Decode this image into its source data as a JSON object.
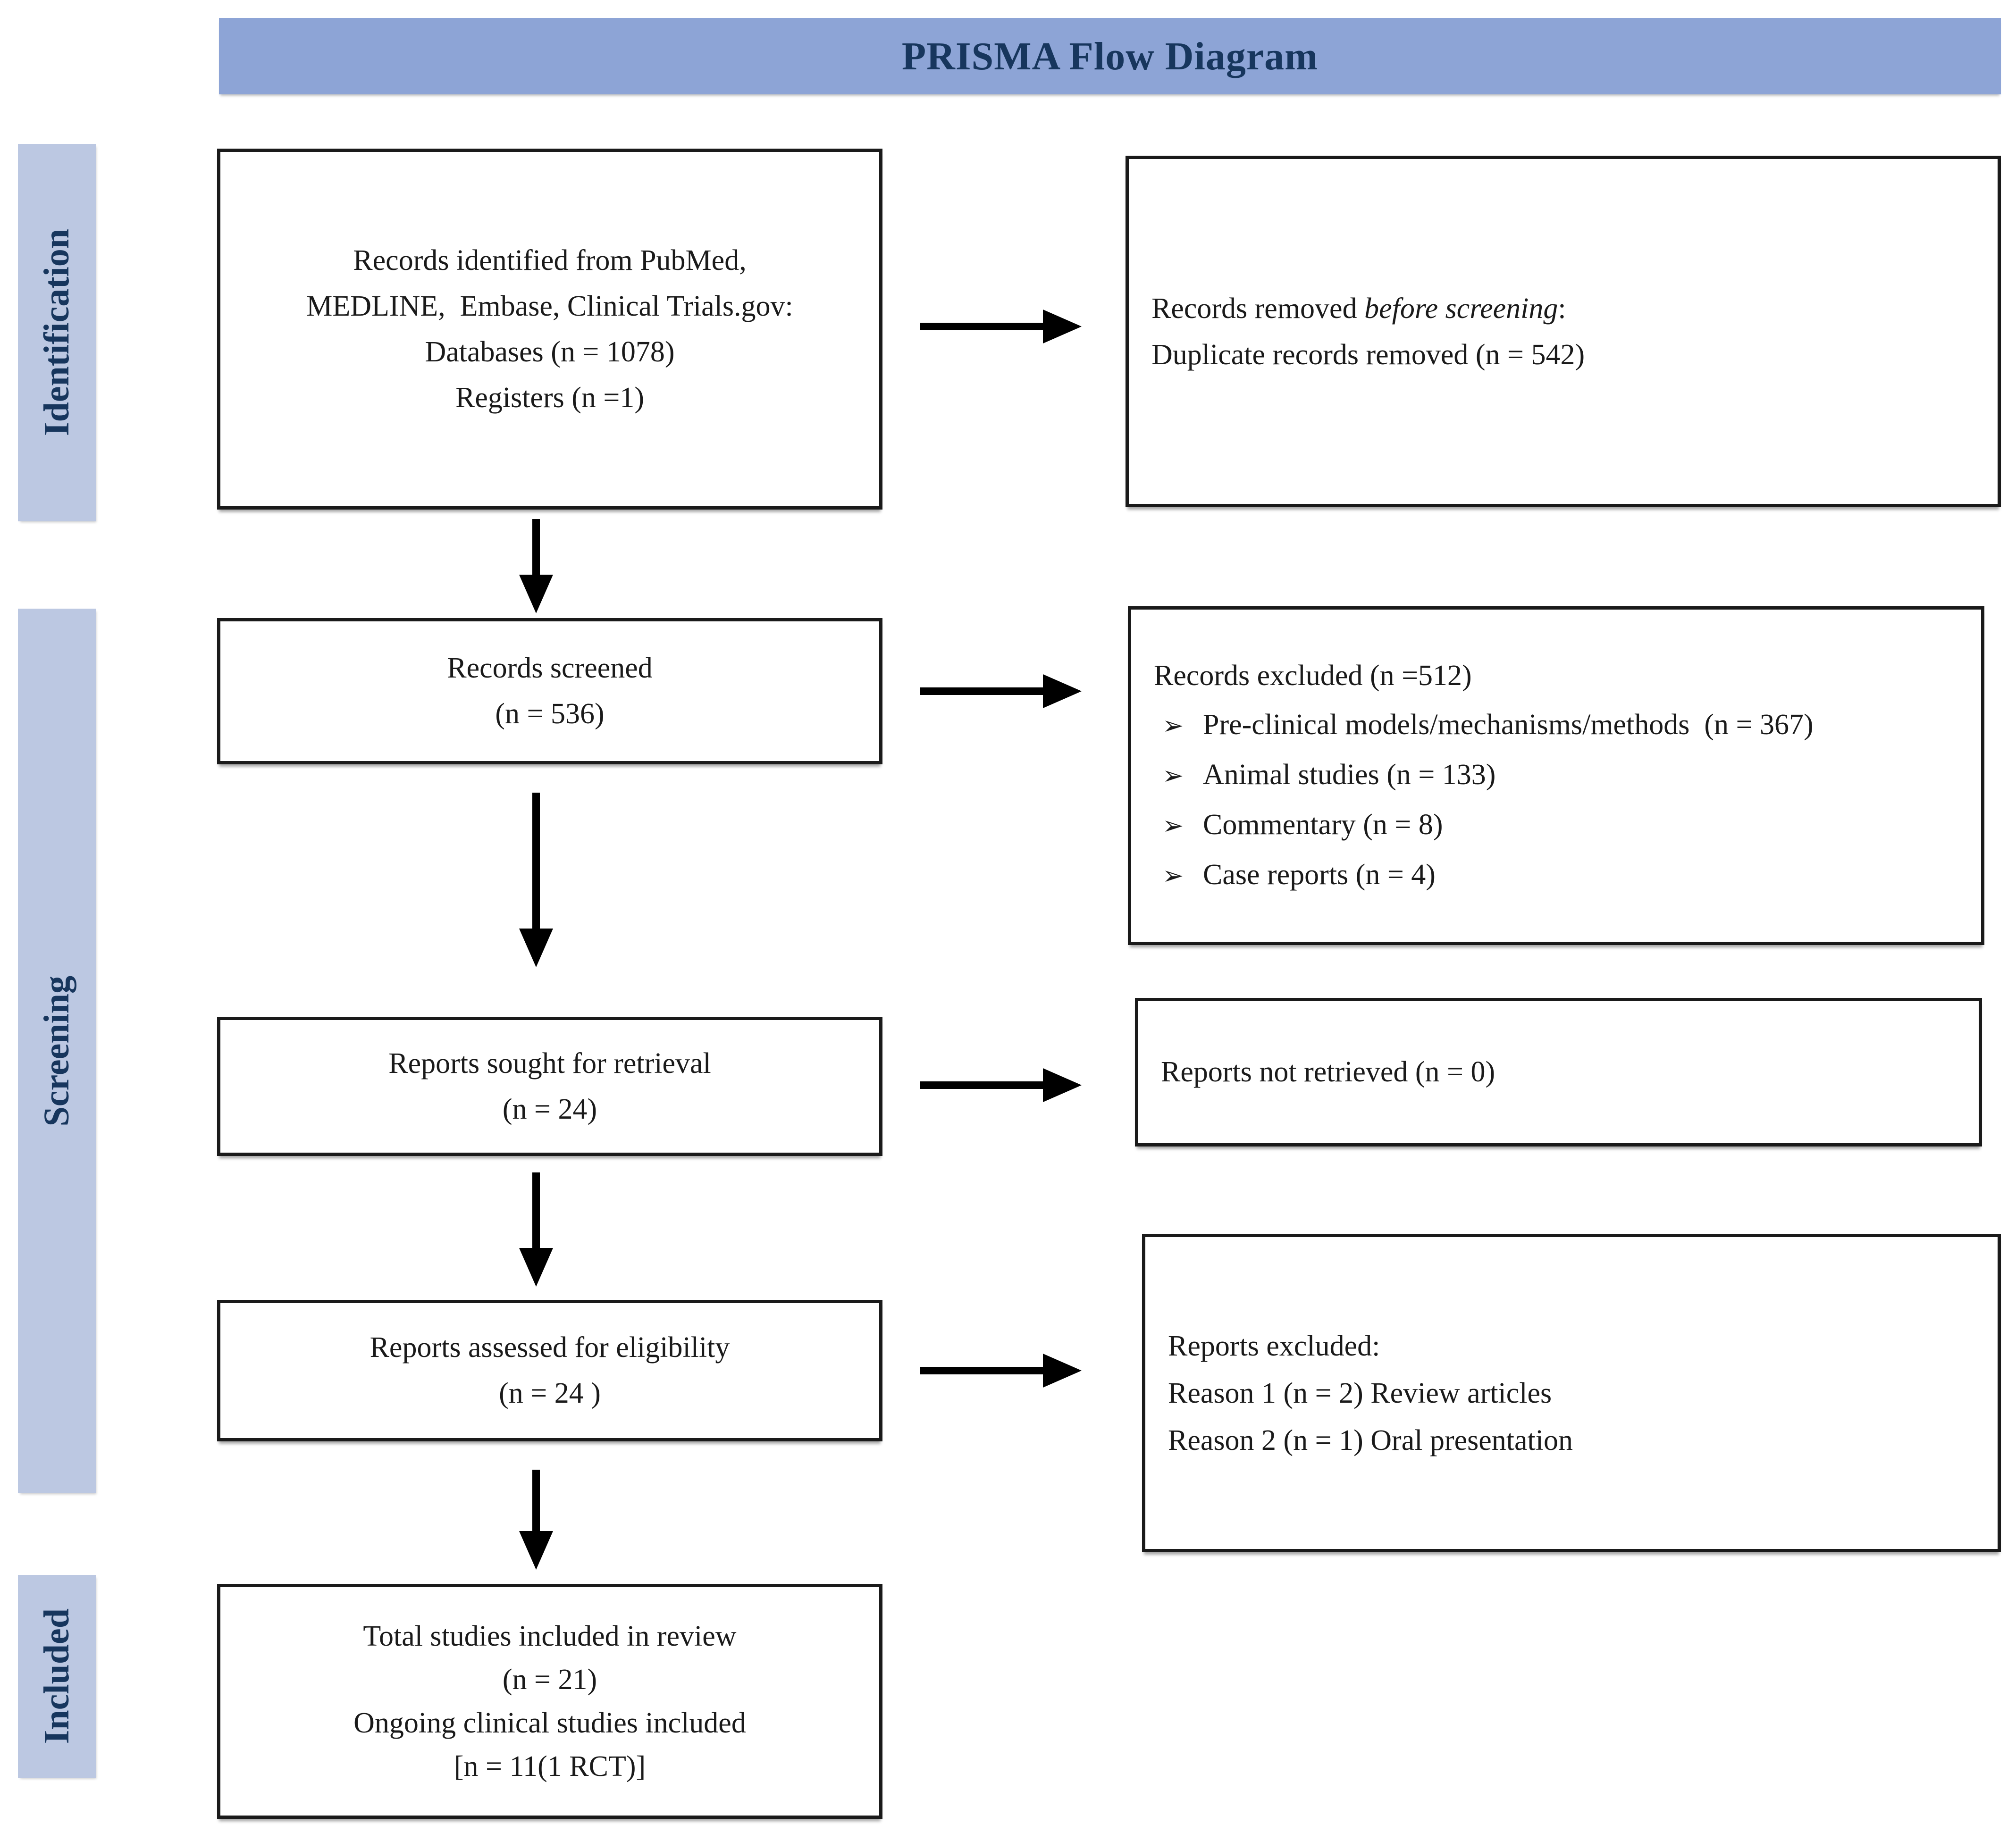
{
  "title": "PRISMA Flow Diagram",
  "stages": {
    "identification": "Identification",
    "screening": "Screening",
    "included": "Included"
  },
  "boxes": {
    "identified": {
      "lines": [
        "Records identified from PubMed,",
        "MEDLINE,  Embase, Clinical Trials.gov:",
        "Databases (n = 1078)",
        "Registers (n =1)"
      ]
    },
    "removed": {
      "line1_pre": "Records removed ",
      "line1_italic": "before screening",
      "line1_post": ":",
      "line2": "Duplicate records removed (n = 542)"
    },
    "screened": {
      "lines": [
        "Records screened",
        "(n = 536)"
      ]
    },
    "excluded_records": {
      "header": "Records excluded (n =512)",
      "bullet_glyph": "➢",
      "bullets": [
        "Pre-clinical models/mechanisms/methods  (n = 367)",
        "Animal studies (n = 133)",
        "Commentary (n = 8)",
        "Case reports (n = 4)"
      ]
    },
    "sought": {
      "lines": [
        "Reports sought for retrieval",
        "(n = 24)"
      ]
    },
    "not_retrieved": {
      "line": "Reports not retrieved (n = 0)"
    },
    "assessed": {
      "lines": [
        "Reports assessed for eligibility",
        "(n = 24 )"
      ]
    },
    "excluded_reports": {
      "lines": [
        "Reports excluded:",
        "Reason 1 (n = 2) Review articles",
        "Reason 2 (n = 1) Oral presentation"
      ]
    },
    "included_total": {
      "lines": [
        "Total studies included in review",
        "(n = 21)",
        "Ongoing clinical studies included",
        "[n = 11(1 RCT)]"
      ]
    }
  },
  "colors": {
    "title_bar": "#8da4d6",
    "stage_band": "#bcc8e2",
    "heading_text": "#17365d",
    "body_text": "#1a1a1a",
    "arrow": "#000000"
  }
}
